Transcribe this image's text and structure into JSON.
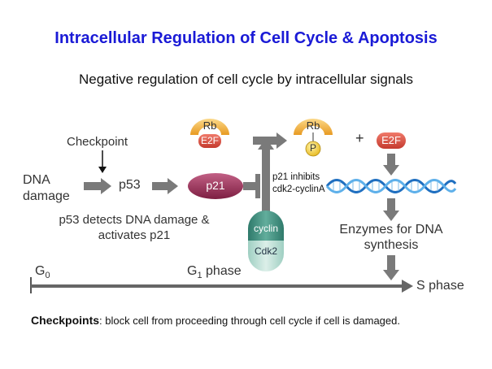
{
  "title": "Intracellular Regulation of Cell Cycle & Apoptosis",
  "subtitle": "Negative regulation of cell cycle by intracellular signals",
  "labels": {
    "checkpoint": "Checkpoint",
    "dna": "DNA",
    "damage": "damage",
    "p53": "p53",
    "p21": "p21",
    "p53_note_1": "p53 detects DNA damage &",
    "p53_note_2": "activates p21",
    "p21_inhibits_1": "p21 inhibits",
    "p21_inhibits_2": "cdk2-cyclinA",
    "cyclin": "cyclin",
    "cdk2": "Cdk2",
    "rb1": "Rb",
    "e2f1": "E2F",
    "rb2": "Rb",
    "phosphate": "P",
    "plus": "+",
    "e2f2": "E2F",
    "enzymes_1": "Enzymes for DNA",
    "enzymes_2": "synthesis"
  },
  "timeline": {
    "g0": "G",
    "g0_sub": "0",
    "g1": "G",
    "g1_sub": "1",
    "g1_rest": " phase",
    "s_phase": "S phase"
  },
  "footer": {
    "term": "Checkpoints",
    "text": ": block cell from proceeding through cell cycle if cell is damaged."
  },
  "colors": {
    "title": "#1a1ad6",
    "arrow_gray": "#7a7a7a",
    "rb_orange": "#f2b23a",
    "e2f_red": "#d9473b",
    "p21_maroon": "#9b2e55",
    "cyclin_teal": "#3f8f80",
    "cdk2_light": "#b8dcd2",
    "phosphate_yellow": "#f5d23a",
    "dna_blue": "#2a7fd0"
  }
}
